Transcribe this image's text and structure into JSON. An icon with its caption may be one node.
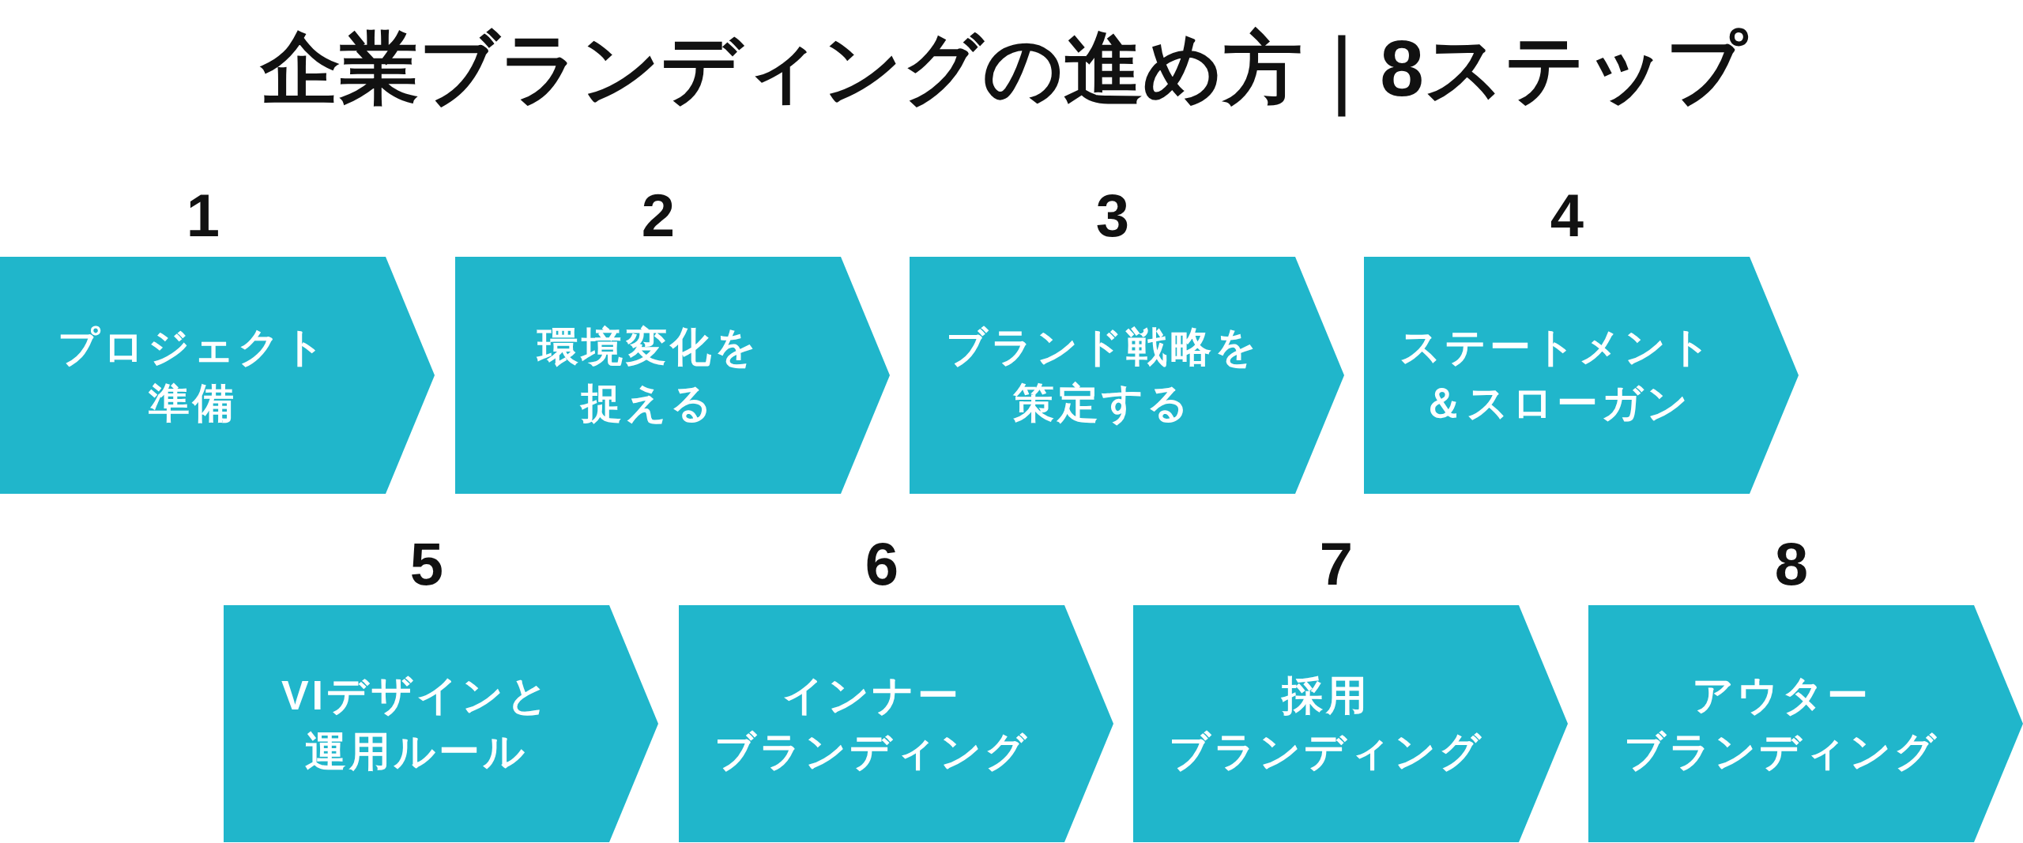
{
  "diagram": {
    "title": "企業ブランディングの進め方｜8ステップ",
    "nodes": [
      {
        "text": [
          "プロジェクト準備"
        ],
        "beside": [
          "1"
        ]
      },
      {
        "text": [
          "環境変化を捉える"
        ],
        "beside": [
          "2"
        ]
      },
      {
        "text": [
          "ブランド戦略を策定する"
        ],
        "beside": [
          "3"
        ]
      },
      {
        "text": [
          "ステートメント＆スローガン"
        ],
        "beside": [
          "4"
        ]
      },
      {
        "text": [
          "VIデザインと運用ルール"
        ],
        "beside": [
          "5"
        ]
      },
      {
        "text": [
          "インナーブランディング"
        ],
        "beside": [
          "6"
        ]
      },
      {
        "text": [
          "採用ブランディング"
        ],
        "beside": [
          "7"
        ]
      },
      {
        "text": [
          "アウターブランディング"
        ],
        "beside": [
          "8"
        ]
      }
    ]
  }
}
